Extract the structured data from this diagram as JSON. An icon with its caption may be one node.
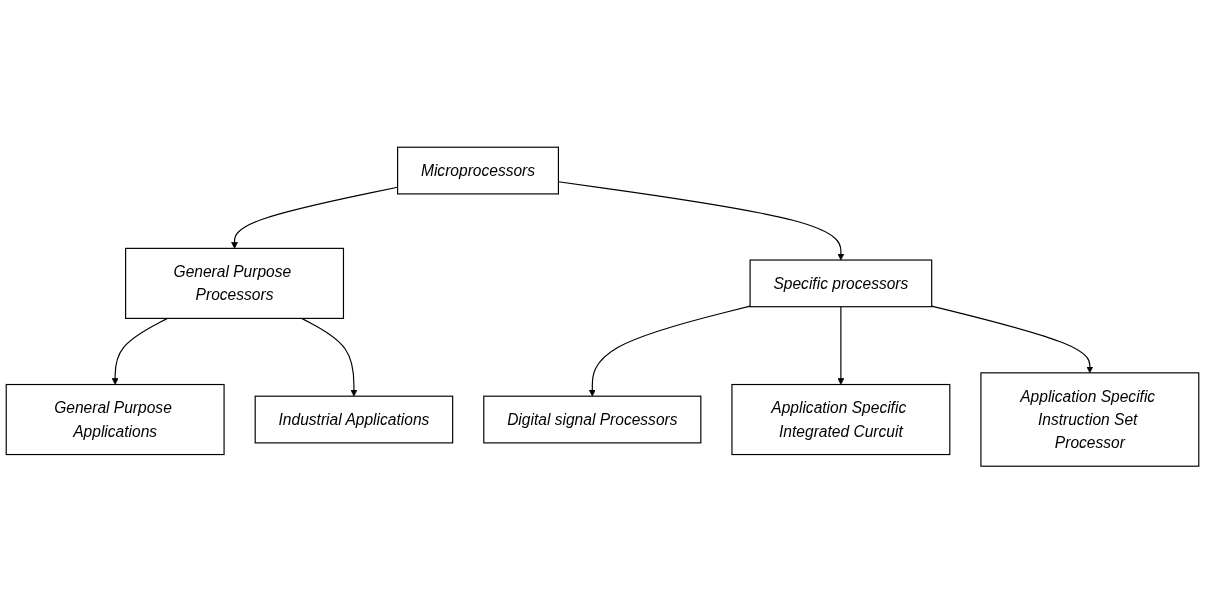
{
  "diagram": {
    "nodes": [
      {
        "text": [
          "Microprocessors"
        ]
      },
      {
        "text": [
          "General Purpose Processors"
        ]
      },
      {
        "text": [
          "Specific processors"
        ]
      },
      {
        "text": [
          "General Purpose Applications"
        ]
      },
      {
        "text": [
          "Industrial Applications"
        ]
      },
      {
        "text": [
          "Digital signal Processors"
        ]
      },
      {
        "text": [
          "Application Specific Integrated Curcuit"
        ]
      },
      {
        "text": [
          "Application Specific Instruction Set Processor"
        ]
      }
    ],
    "edges": [
      {
        "from": 0,
        "to": 1,
        "arrow": "to"
      },
      {
        "from": 0,
        "to": 2,
        "arrow": "to"
      },
      {
        "from": 1,
        "to": 3,
        "arrow": "to"
      },
      {
        "from": 1,
        "to": 4,
        "arrow": "to"
      },
      {
        "from": 2,
        "to": 5,
        "arrow": "to"
      },
      {
        "from": 2,
        "to": 6,
        "arrow": "to"
      },
      {
        "from": 2,
        "to": 7,
        "arrow": "to"
      }
    ]
  }
}
